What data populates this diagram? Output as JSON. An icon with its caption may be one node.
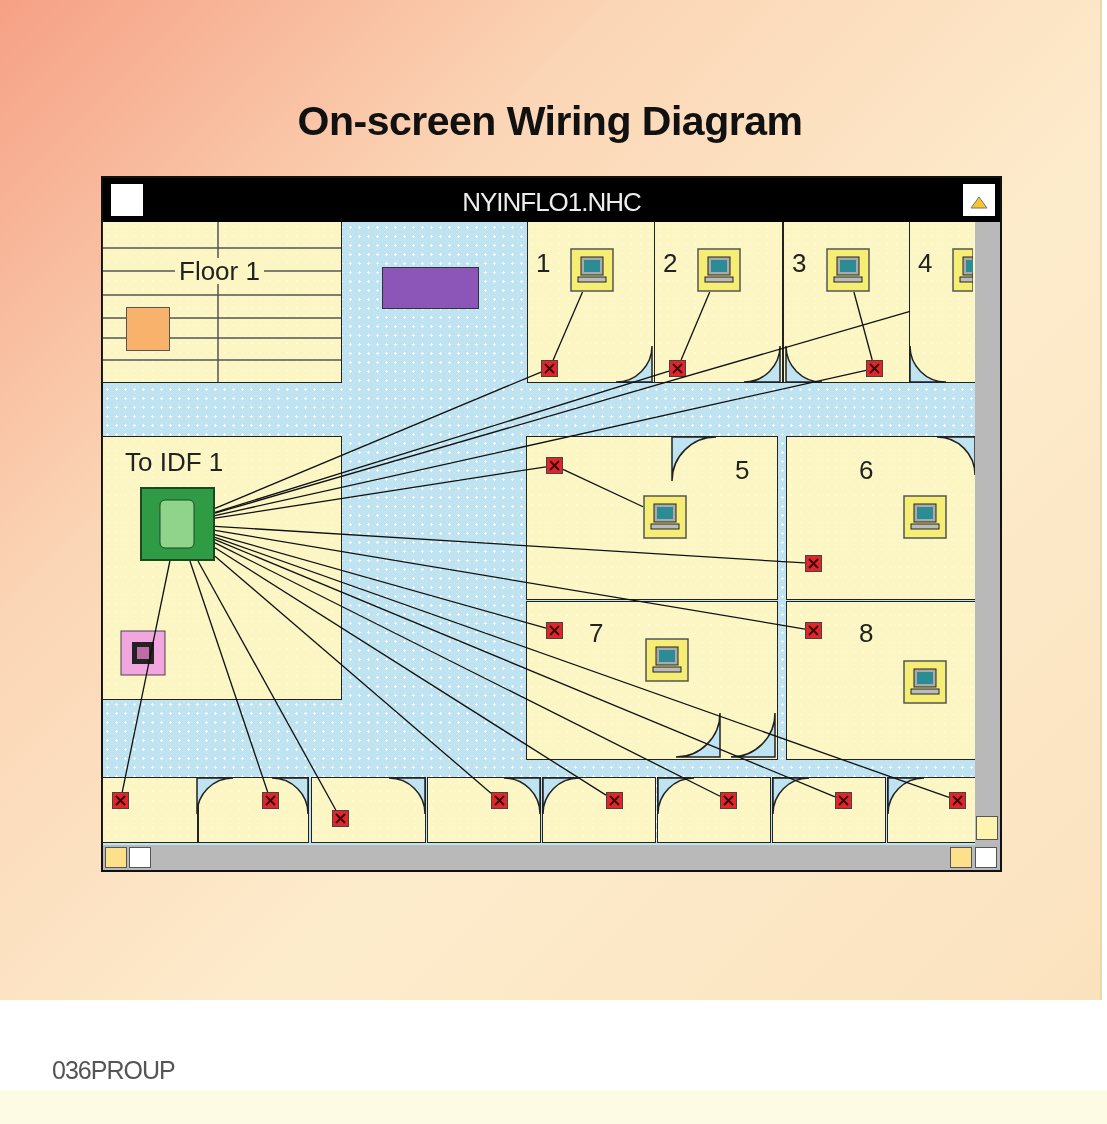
{
  "diagram": {
    "title": "On-screen Wiring Diagram",
    "nodes": [
      {
        "text": [
          "NYINFLO1.NHC"
        ]
      },
      {
        "text": [
          "Floor 1"
        ],
        "in": 0
      },
      {
        "text": [
          "1"
        ],
        "in": 0
      },
      {
        "text": [],
        "shape": "computer",
        "in": 2
      },
      {
        "text": [],
        "shape": "box",
        "in": 2
      },
      {
        "text": [
          "2"
        ],
        "in": 0
      },
      {
        "text": [],
        "shape": "computer",
        "in": 5
      },
      {
        "text": [],
        "shape": "box",
        "in": 5
      },
      {
        "text": [
          "3"
        ],
        "in": 0
      },
      {
        "text": [],
        "shape": "computer",
        "in": 8
      },
      {
        "text": [],
        "shape": "box",
        "in": 8
      },
      {
        "text": [
          "4"
        ],
        "in": 0
      },
      {
        "text": [],
        "shape": "computer",
        "in": 11
      },
      {
        "text": [
          "To IDF 1"
        ],
        "in": 0
      },
      {
        "text": [],
        "shape": "box",
        "in": 13
      },
      {
        "text": [
          "5"
        ],
        "in": 0
      },
      {
        "text": [],
        "shape": "box",
        "in": 15
      },
      {
        "text": [],
        "shape": "computer",
        "in": 15
      },
      {
        "text": [
          "6"
        ],
        "in": 0
      },
      {
        "text": [],
        "shape": "box",
        "in": 18
      },
      {
        "text": [],
        "shape": "computer",
        "in": 18
      },
      {
        "text": [
          "7"
        ],
        "in": 0
      },
      {
        "text": [],
        "shape": "box",
        "in": 21
      },
      {
        "text": [],
        "shape": "computer",
        "in": 21
      },
      {
        "text": [
          "8"
        ],
        "in": 0
      },
      {
        "text": [],
        "shape": "box",
        "in": 24
      },
      {
        "text": [],
        "shape": "computer",
        "in": 24
      },
      {
        "text": [],
        "shape": "box",
        "in": 0
      },
      {
        "text": [],
        "shape": "box",
        "in": 27
      },
      {
        "text": [],
        "shape": "box",
        "in": 0
      },
      {
        "text": [],
        "shape": "box",
        "in": 29
      },
      {
        "text": [],
        "shape": "box",
        "in": 0
      },
      {
        "text": [],
        "shape": "box",
        "in": 31
      },
      {
        "text": [],
        "shape": "box",
        "in": 0
      },
      {
        "text": [],
        "shape": "box",
        "in": 33
      },
      {
        "text": [],
        "shape": "box",
        "in": 0
      },
      {
        "text": [],
        "shape": "box",
        "in": 35
      },
      {
        "text": [],
        "shape": "box",
        "in": 0
      },
      {
        "text": [],
        "shape": "box",
        "in": 37
      },
      {
        "text": [],
        "shape": "box",
        "in": 0
      },
      {
        "text": [],
        "shape": "box",
        "in": 39
      },
      {
        "text": [],
        "shape": "box",
        "in": 0
      },
      {
        "text": [],
        "shape": "box",
        "in": 41
      }
    ],
    "edges": [
      {
        "from": 3,
        "to": 4,
        "arrow": "none"
      },
      {
        "from": 6,
        "to": 7,
        "arrow": "none"
      },
      {
        "from": 9,
        "to": 10,
        "arrow": "none"
      },
      {
        "from": 16,
        "to": 17,
        "arrow": "none"
      },
      {
        "from": 14,
        "to": 4,
        "arrow": "none"
      },
      {
        "from": 14,
        "to": 7,
        "arrow": "none"
      },
      {
        "from": 14,
        "to": 10,
        "arrow": "none"
      },
      {
        "from": 14,
        "to": 11,
        "arrow": "none"
      },
      {
        "from": 14,
        "to": 16,
        "arrow": "none"
      },
      {
        "from": 14,
        "to": 19,
        "arrow": "none"
      },
      {
        "from": 14,
        "to": 22,
        "arrow": "none"
      },
      {
        "from": 14,
        "to": 25,
        "arrow": "none"
      },
      {
        "from": 14,
        "to": 28,
        "arrow": "none"
      },
      {
        "from": 14,
        "to": 30,
        "arrow": "none"
      },
      {
        "from": 14,
        "to": 32,
        "arrow": "none"
      },
      {
        "from": 14,
        "to": 34,
        "arrow": "none"
      },
      {
        "from": 14,
        "to": 36,
        "arrow": "none"
      },
      {
        "from": 14,
        "to": 38,
        "arrow": "none"
      },
      {
        "from": 14,
        "to": 40,
        "arrow": "none"
      },
      {
        "from": 14,
        "to": 42,
        "arrow": "none"
      }
    ],
    "labels": [
      "036PROUP"
    ]
  }
}
